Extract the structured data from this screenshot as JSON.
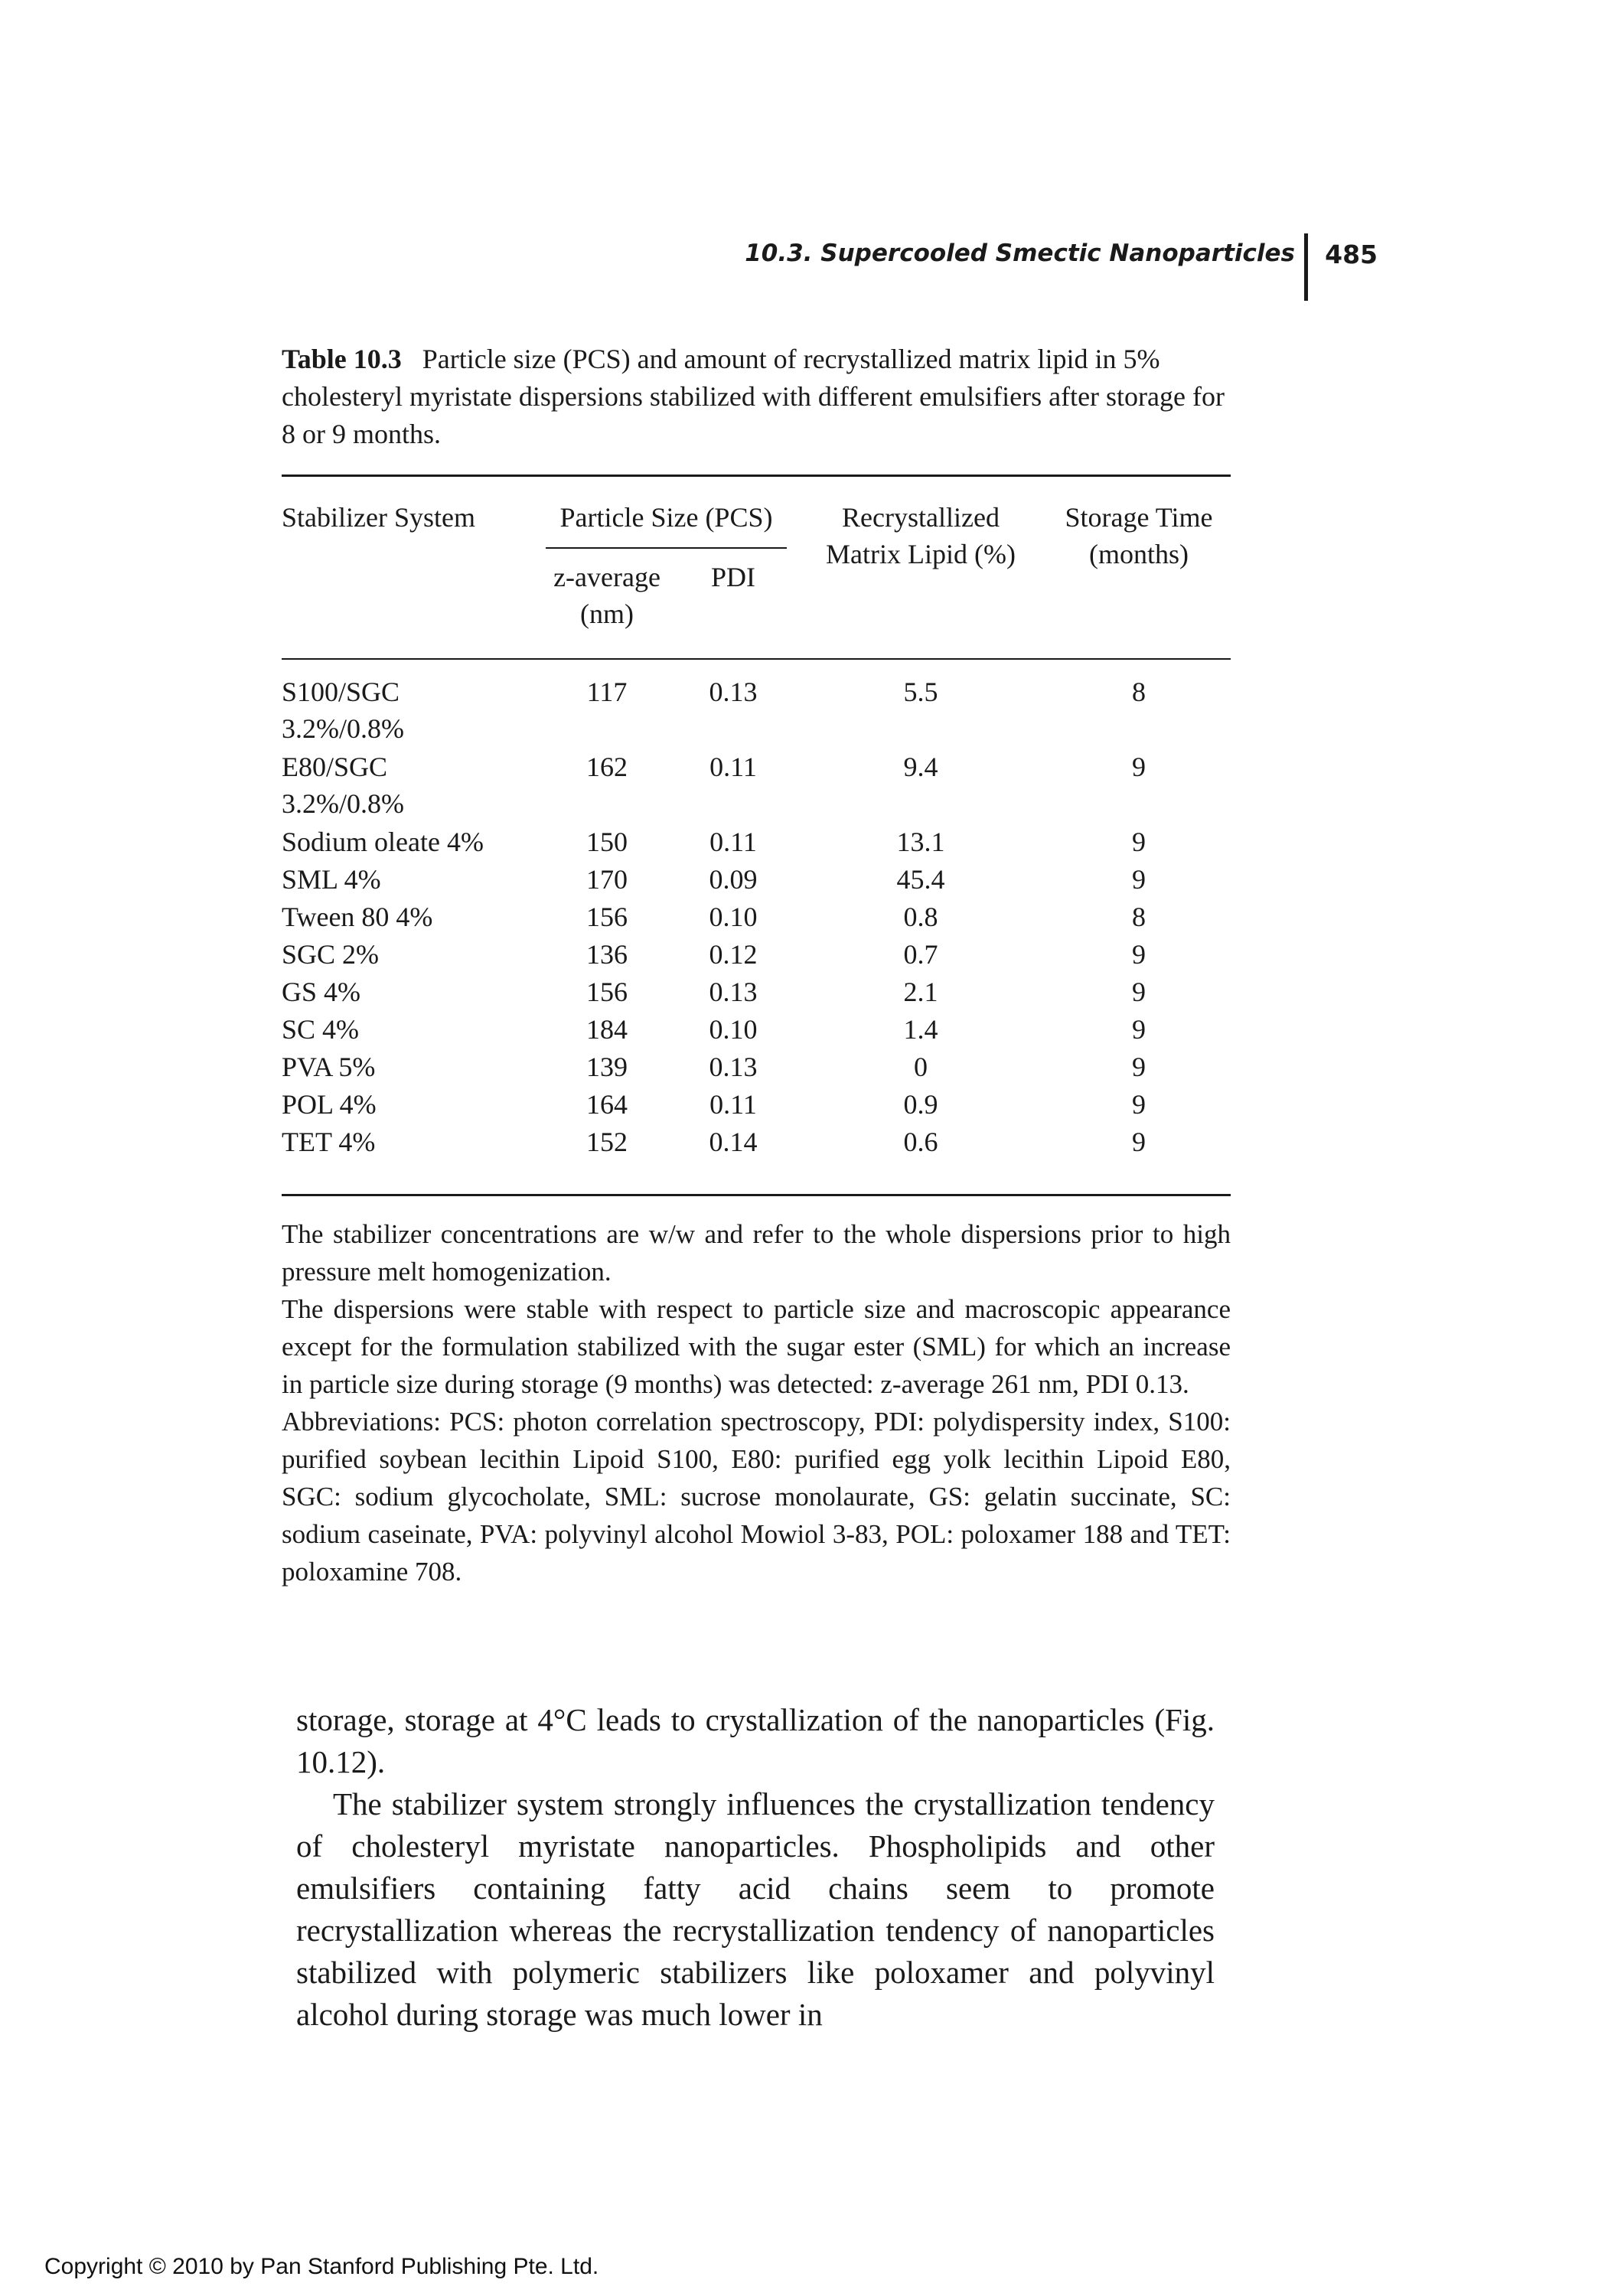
{
  "header": {
    "running_title": "10.3. Supercooled Smectic Nanoparticles",
    "page_number": "485"
  },
  "table": {
    "label": "Table 10.3",
    "caption": "Particle size (PCS) and amount of recrystallized matrix lipid in 5% cholesteryl myristate dispersions stabilized with different emulsifiers after storage for 8 or 9 months.",
    "headers": {
      "stabilizer": "Stabilizer System",
      "particle_size": "Particle Size (PCS)",
      "z_average_1": "z-average",
      "z_average_2": "(nm)",
      "pdi": "PDI",
      "recryst_1": "Recrystallized",
      "recryst_2": "Matrix Lipid (%)",
      "storage_1": "Storage Time",
      "storage_2": "(months)"
    },
    "rows": [
      {
        "system": "S100/SGC",
        "system2": "3.2%/0.8%",
        "z": "117",
        "pdi": "0.13",
        "lipid": "5.5",
        "months": "8"
      },
      {
        "system": "E80/SGC",
        "system2": "3.2%/0.8%",
        "z": "162",
        "pdi": "0.11",
        "lipid": "9.4",
        "months": "9"
      },
      {
        "system": "Sodium oleate 4%",
        "z": "150",
        "pdi": "0.11",
        "lipid": "13.1",
        "months": "9"
      },
      {
        "system": "SML 4%",
        "z": "170",
        "pdi": "0.09",
        "lipid": "45.4",
        "months": "9"
      },
      {
        "system": "Tween 80 4%",
        "z": "156",
        "pdi": "0.10",
        "lipid": "0.8",
        "months": "8"
      },
      {
        "system": "SGC 2%",
        "z": "136",
        "pdi": "0.12",
        "lipid": "0.7",
        "months": "9"
      },
      {
        "system": "GS 4%",
        "z": "156",
        "pdi": "0.13",
        "lipid": "2.1",
        "months": "9"
      },
      {
        "system": "SC 4%",
        "z": "184",
        "pdi": "0.10",
        "lipid": "1.4",
        "months": "9"
      },
      {
        "system": "PVA 5%",
        "z": "139",
        "pdi": "0.13",
        "lipid": "0",
        "months": "9"
      },
      {
        "system": "POL 4%",
        "z": "164",
        "pdi": "0.11",
        "lipid": "0.9",
        "months": "9"
      },
      {
        "system": "TET 4%",
        "z": "152",
        "pdi": "0.14",
        "lipid": "0.6",
        "months": "9"
      }
    ]
  },
  "notes": [
    "The stabilizer concentrations are w/w and refer to the whole dispersions prior to high pressure melt homogenization.",
    "The dispersions were stable with respect to particle size and macroscopic appearance except for the formulation stabilized with the sugar ester (SML) for which an increase in particle size during storage (9 months) was detected: z-average 261 nm, PDI 0.13.",
    "Abbreviations: PCS: photon correlation spectroscopy, PDI: polydispersity index, S100: purified soybean lecithin Lipoid S100, E80: purified egg yolk lecithin Lipoid E80, SGC: sodium glycocholate, SML: sucrose monolaurate, GS: gelatin succinate, SC: sodium caseinate, PVA: polyvinyl alcohol Mowiol 3-83, POL: poloxamer 188 and TET: poloxamine 708."
  ],
  "body": [
    "storage, storage at 4°C leads to crystallization of the nanoparticles (Fig. 10.12).",
    "The stabilizer system strongly influences the crystallization tendency of cholesteryl myristate nanoparticles. Phospholipids and other emulsifiers containing fatty acid chains seem to promote recrystallization whereas the recrystallization tendency of nanoparticles stabilized with polymeric stabilizers like poloxamer and polyvinyl alcohol during storage was much lower in"
  ],
  "footer": {
    "copyright": "Copyright © 2010 by Pan Stanford Publishing Pte. Ltd."
  }
}
